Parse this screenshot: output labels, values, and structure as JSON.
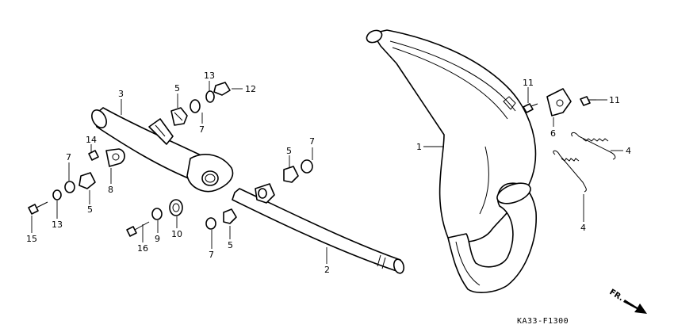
{
  "diagram": {
    "drawing_code": "KA33-F1300",
    "direction_label": "FR.",
    "callouts": [
      "1",
      "2",
      "3",
      "4",
      "4",
      "5",
      "5",
      "5",
      "5",
      "6",
      "7",
      "7",
      "7",
      "7",
      "8",
      "9",
      "10",
      "11",
      "11",
      "12",
      "13",
      "13",
      "14",
      "15",
      "16"
    ]
  }
}
